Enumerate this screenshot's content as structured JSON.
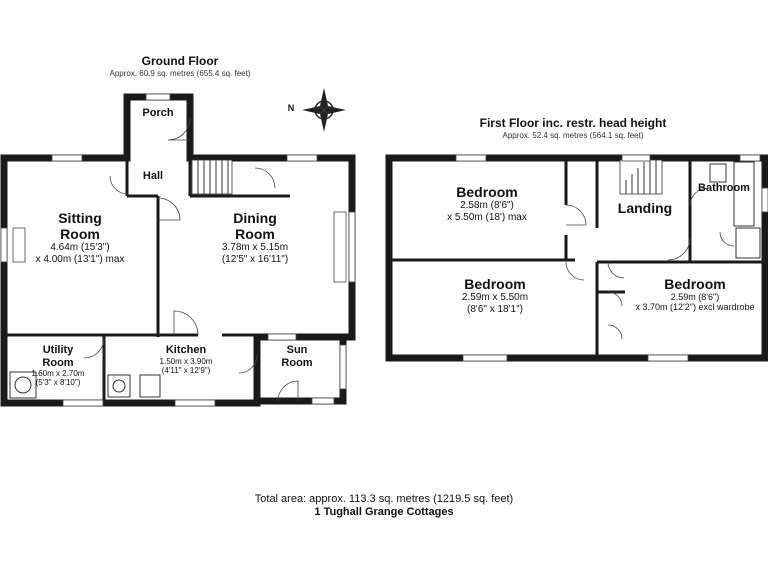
{
  "ground_floor": {
    "title": "Ground Floor",
    "area": "Approx. 60.9 sq. metres (655.4 sq. feet)",
    "rooms": {
      "porch": {
        "name": "Porch"
      },
      "hall": {
        "name": "Hall"
      },
      "sitting": {
        "name": "Sitting\nRoom",
        "dims": "4.64m (15'3\")\nx 4.00m (13'1\") max"
      },
      "dining": {
        "name": "Dining\nRoom",
        "dims": "3.78m x 5.15m\n(12'5\" x 16'11\")"
      },
      "utility": {
        "name": "Utility\nRoom",
        "dims": "1.60m x 2.70m\n(5'3\" x 8'10\")"
      },
      "kitchen": {
        "name": "Kitchen",
        "dims": "1.50m x 3.90m\n(4'11\" x 12'9\")"
      },
      "sun": {
        "name": "Sun\nRoom"
      }
    }
  },
  "first_floor": {
    "title": "First Floor inc. restr. head height",
    "area": "Approx. 52.4 sq. metres (564.1 sq. feet)",
    "rooms": {
      "bedroom1": {
        "name": "Bedroom",
        "dims": "2.58m (8'6\")\nx 5.50m (18') max"
      },
      "landing": {
        "name": "Landing"
      },
      "bathroom": {
        "name": "Bathroom"
      },
      "bedroom2": {
        "name": "Bedroom",
        "dims": "2.59m x 5.50m\n(8'6\" x 18'1\")"
      },
      "bedroom3": {
        "name": "Bedroom",
        "dims": "2.59m (8'6\")\nx 3.70m (12'2\") excl wardrobe"
      }
    }
  },
  "compass": {
    "label": "N"
  },
  "footer": {
    "total": "Total area: approx. 113.3 sq. metres (1219.5 sq. feet)",
    "address": "1 Tughall Grange Cottages"
  }
}
